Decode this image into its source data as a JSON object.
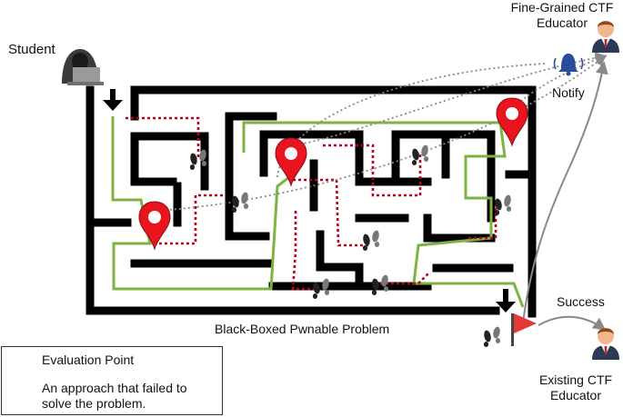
{
  "roles": {
    "student": "Student",
    "fine_grained_educator": [
      "Fine-Grained CTF",
      "Educator"
    ],
    "existing_educator": [
      "Existing CTF",
      "Educator"
    ]
  },
  "labels": {
    "notify": "Notify",
    "success": "Success",
    "problem": "Black-Boxed Pwnable Problem"
  },
  "legend": {
    "evaluation_point": "Evaluation Point",
    "failed_approach": "An approach that failed to solve the problem."
  },
  "colors": {
    "maze_wall": "#000000",
    "success_path": "#7cb342",
    "failed_path": "#c0001a",
    "marker": "#e8141e",
    "notify_link": "#888888",
    "flag": "#e53935"
  },
  "icons": [
    "hacker-icon",
    "educator-icon",
    "bell-icon",
    "map-pin-icon",
    "footprints-icon",
    "flag-icon",
    "arrow-down-icon"
  ]
}
